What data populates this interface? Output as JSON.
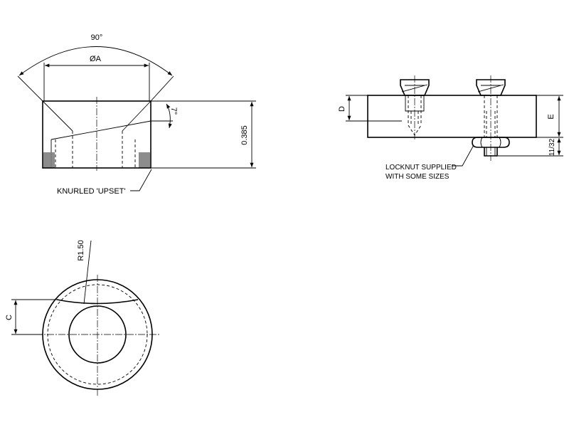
{
  "labels": {
    "angle_90": "90°",
    "dia_a": "ØA",
    "angle_7": "7°",
    "dim_0385": "0.385",
    "knurled": "KNURLED 'UPSET'",
    "dim_d": "D",
    "dim_e": "E",
    "dim_1132": "11/32",
    "locknut_line1": "LOCKNUT SUPPLIED",
    "locknut_line2": "WITH SOME SIZES",
    "radius": "R1.50",
    "dim_c": "C"
  }
}
